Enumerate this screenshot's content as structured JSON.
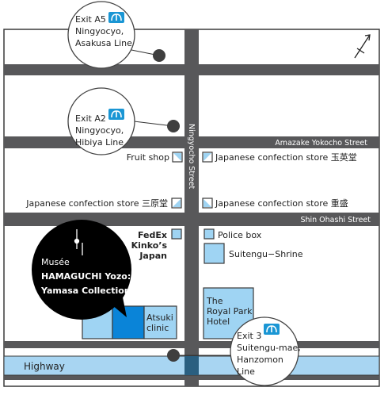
{
  "streets": {
    "amazake": "Amazake Yokocho Street",
    "shin_ohashi": "Shin Ohashi Street",
    "ningyocho": "Ningyocho Street",
    "highway": "Highway"
  },
  "exits": {
    "a5": {
      "line1": "Exit A5",
      "line2": "Ningyocyo,",
      "line3": "Asakusa Line"
    },
    "a2": {
      "line1": "Exit A2",
      "line2": "Ningyocyo,",
      "line3": "Hibiya Line"
    },
    "e3": {
      "line1": "Exit 3",
      "line2": "Suitengu-mae,",
      "line3": "Hanzomon",
      "line4": "Line"
    }
  },
  "places": {
    "fruit_shop": "Fruit shop",
    "confection_gyokueido": "Japanese confection store 玉英堂",
    "confection_sanbaradou": "Japanese confection store 三原堂",
    "confection_jusei": "Japanese confection store 重盛",
    "fedex_line1": "FedEx",
    "fedex_line2": "Kinko’s",
    "fedex_line3": "Japan",
    "police_box": "Police box",
    "suitengu": "Suitengu−Shrine",
    "royal_park_line1": "The",
    "royal_park_line2": "Royal Park",
    "royal_park_line3": "Hotel",
    "atsuki_line1": "Atsuki",
    "atsuki_line2": "clinic"
  },
  "museum": {
    "line1": "Musée",
    "line2": "HAMAGUCHI Yozo:",
    "line3": "Yamasa Collection"
  },
  "colors": {
    "road": "#58585a",
    "block_fill": "#ffffff",
    "block_border": "#3a3a3a",
    "building_light": "#9fd4f3",
    "building_dark": "#0a84d8",
    "highway": "#a8d5f2",
    "museum_bubble": "#000000",
    "metro_logo": "#1a96d4"
  }
}
